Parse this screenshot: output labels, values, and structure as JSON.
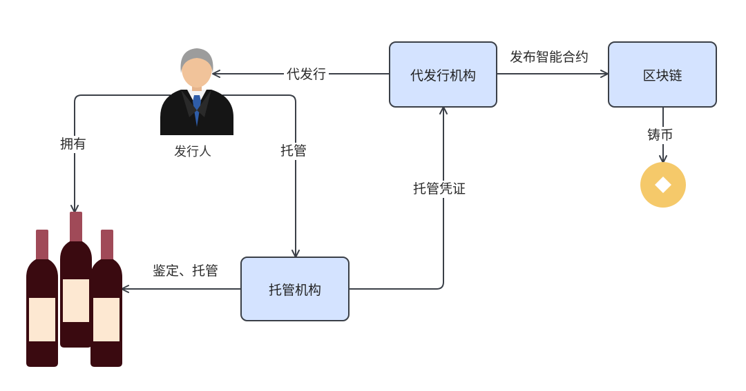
{
  "nodes": {
    "proxy_issuer": "代发行机构",
    "blockchain": "区块链",
    "custodian": "托管机构"
  },
  "actors": {
    "issuer": "发行人"
  },
  "edges": {
    "proxy_issue": "代发行",
    "publish_contract": "发布智能合约",
    "mint": "铸币",
    "own": "拥有",
    "custody": "托管",
    "custody_certificate": "托管凭证",
    "appraise_custody": "鉴定、托管"
  },
  "icons": {
    "issuer": "businessman-icon",
    "assets": "wine-bottles-icon",
    "token": "coin-icon"
  },
  "colors": {
    "node_fill": "#d4e3ff",
    "node_border": "#3a3f47",
    "edge": "#3a3f47",
    "coin": "#f5c96a",
    "bottle": "#3a0a10",
    "bottle_neck": "#a04a58",
    "bottle_label": "#fde8d2"
  }
}
